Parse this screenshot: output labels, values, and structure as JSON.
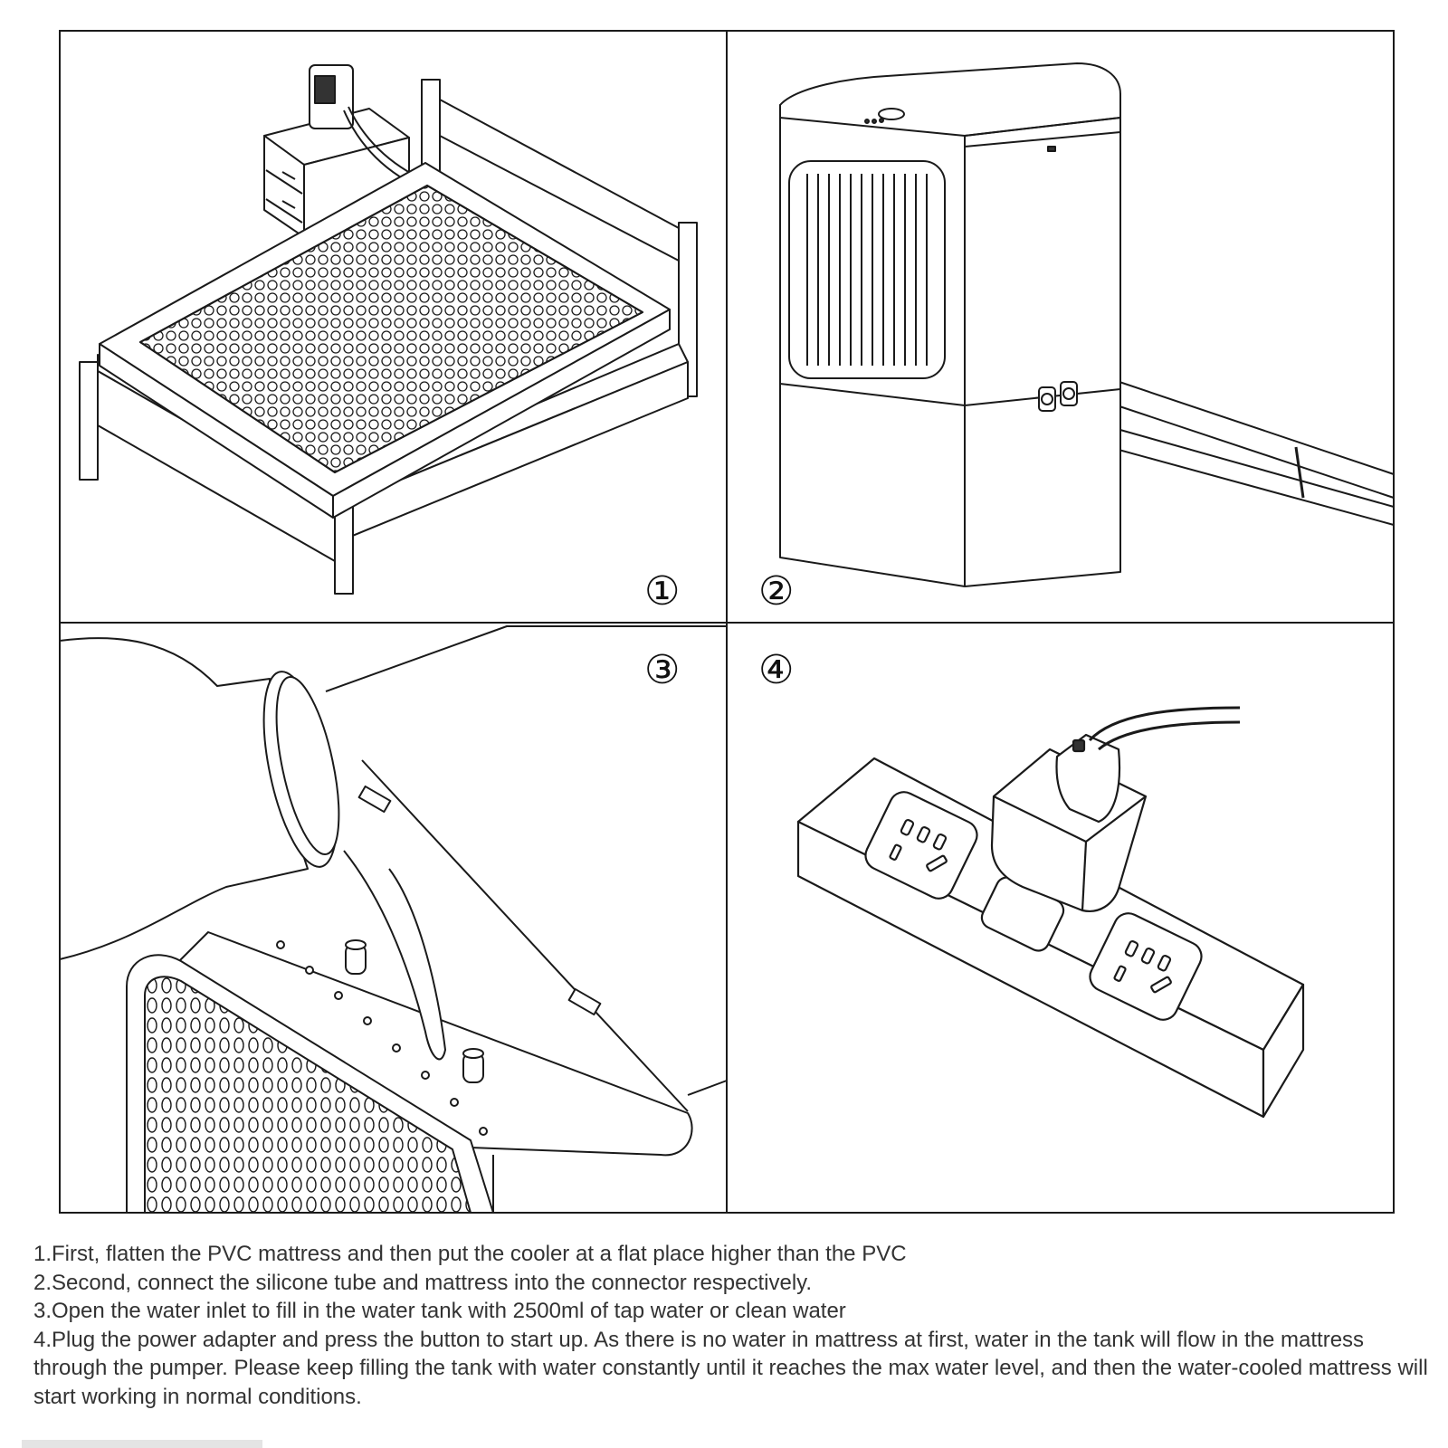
{
  "panels": [
    {
      "number": "①",
      "subject": "bed-with-pvc-mattress-and-cooler-icon"
    },
    {
      "number": "②",
      "subject": "cooler-unit-with-tube-connectors-icon"
    },
    {
      "number": "③",
      "subject": "water-bottle-filling-tank-icon"
    },
    {
      "number": "④",
      "subject": "adapter-plugged-into-power-strip-icon"
    }
  ],
  "instructions": [
    "1.First, flatten the PVC mattress and then put the cooler at a flat place higher than the PVC",
    "2.Second, connect the silicone tube and mattress into the connector respectively.",
    "3.Open the water inlet to fill in the water tank with 2500ml of tap water or clean water",
    "4.Plug the power adapter and press the button to start up. As there is no water in mattress at first, water in the tank will flow in the mattress through the pumper. Please keep filling the tank with water constantly until it reaches the max water level, and then the water-cooled mattress will start working in normal conditions."
  ],
  "colors": {
    "line": "#1a1a1a",
    "text": "#333333",
    "background": "#ffffff"
  }
}
